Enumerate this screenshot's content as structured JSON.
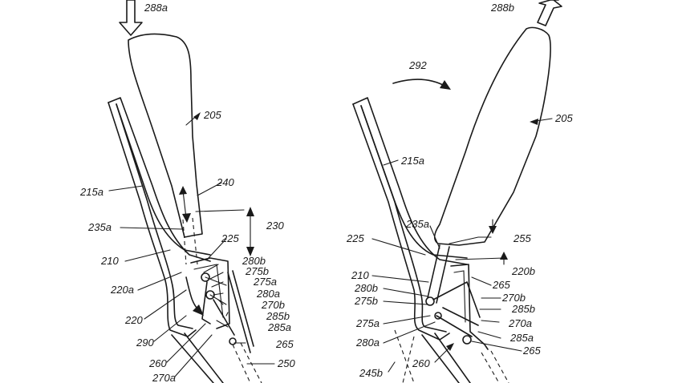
{
  "labels": {
    "l288a": "288a",
    "l288b": "288b",
    "l292": "292",
    "l205a": "205",
    "l205b": "205",
    "l215a_l": "215a",
    "l215a_r": "215a",
    "l240": "240",
    "l230": "230",
    "l235a_l": "235a",
    "l235a_r": "235a",
    "l225_l": "225",
    "l225_r": "225",
    "l210_l": "210",
    "l210_r": "210",
    "l280b_l": "280b",
    "l280b_r": "280b",
    "l275b_l": "275b",
    "l275b_r": "275b",
    "l275a_l": "275a",
    "l275a_r": "275a",
    "l220a": "220a",
    "l280a_l": "280a",
    "l280a_r": "280a",
    "l270b_l": "270b",
    "l270b_r": "270b",
    "l285b_l": "285b",
    "l285b_r": "285b",
    "l220": "220",
    "l285a_l": "285a",
    "l285a_r": "285a",
    "l290": "290",
    "l265_l": "265",
    "l265_r1": "265",
    "l265_r2": "265",
    "l260_l": "260",
    "l260_r": "260",
    "l250": "250",
    "l270a_l": "270a",
    "l270a_r": "270a",
    "l255": "255",
    "l220b": "220b",
    "l245b": "245b"
  }
}
